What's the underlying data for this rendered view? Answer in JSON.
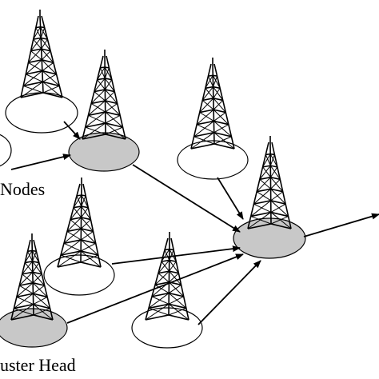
{
  "labels": {
    "nodes": "Nodes",
    "cluster_head": "uster Head"
  },
  "colors": {
    "ink": "#000000",
    "cluster_fill": "#c8c8c8",
    "node_fill": "#ffffff"
  },
  "towers": [
    {
      "id": "node-top-left",
      "role": "node"
    },
    {
      "id": "cluster-head-upper",
      "role": "cluster-head"
    },
    {
      "id": "node-middle",
      "role": "node"
    },
    {
      "id": "cluster-head-right",
      "role": "cluster-head"
    },
    {
      "id": "node-left-middle",
      "role": "node"
    },
    {
      "id": "cluster-head-lower-left",
      "role": "cluster-head"
    },
    {
      "id": "node-bottom-center",
      "role": "node"
    }
  ]
}
